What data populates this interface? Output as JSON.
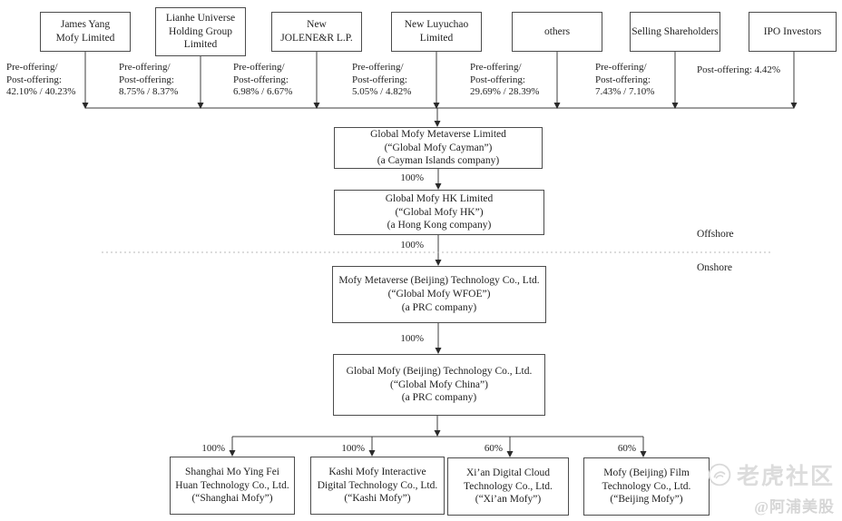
{
  "shareholders": [
    {
      "name_lines": [
        "James Yang",
        "Mofy Limited"
      ],
      "stake_lines": [
        "Pre-offering/",
        "Post-offering:",
        "42.10% / 40.23%"
      ]
    },
    {
      "name_lines": [
        "Lianhe Universe",
        "Holding Group",
        "Limited"
      ],
      "stake_lines": [
        "Pre-offering/",
        "Post-offering:",
        "8.75% / 8.37%"
      ]
    },
    {
      "name_lines": [
        "New",
        "JOLENE&R L.P."
      ],
      "stake_lines": [
        "Pre-offering/",
        "Post-offering:",
        "6.98% / 6.67%"
      ]
    },
    {
      "name_lines": [
        "New Luyuchao",
        "Limited"
      ],
      "stake_lines": [
        "Pre-offering/",
        "Post-offering:",
        "5.05% / 4.82%"
      ]
    },
    {
      "name_lines": [
        "others"
      ],
      "stake_lines": [
        "Pre-offering/",
        "Post-offering:",
        "29.69% / 28.39%"
      ]
    },
    {
      "name_lines": [
        "Selling Shareholders"
      ],
      "stake_lines": [
        "Pre-offering/",
        "Post-offering:",
        "7.43% / 7.10%"
      ]
    },
    {
      "name_lines": [
        "IPO Investors"
      ],
      "stake_lines": [
        "Post-offering: 4.42%"
      ]
    }
  ],
  "entities": {
    "cayman": {
      "lines": [
        "Global Mofy Metaverse Limited",
        "(“Global Mofy Cayman”)",
        "(a Cayman Islands company)"
      ]
    },
    "hk": {
      "lines": [
        "Global Mofy HK Limited",
        "(“Global Mofy HK”)",
        "(a Hong Kong company)"
      ]
    },
    "wfoe": {
      "lines": [
        "Mofy Metaverse (Beijing) Technology Co., Ltd.",
        "(“Global Mofy WFOE”)",
        "(a PRC company)"
      ]
    },
    "china": {
      "lines": [
        "Global Mofy (Beijing) Technology Co., Ltd.",
        "(“Global Mofy China”)",
        "(a PRC company)"
      ]
    },
    "shanghai": {
      "lines": [
        "Shanghai Mo Ying Fei",
        "Huan Technology Co., Ltd.",
        "(“Shanghai Mofy”)"
      ]
    },
    "kashi": {
      "lines": [
        "Kashi Mofy Interactive",
        "Digital Technology Co., Ltd.",
        "(“Kashi Mofy”)"
      ]
    },
    "xian": {
      "lines": [
        "Xi’an Digital Cloud",
        "Technology Co., Ltd.",
        "(“Xi’an Mofy”)"
      ]
    },
    "beijing": {
      "lines": [
        "Mofy (Beijing) Film",
        "Technology Co., Ltd.",
        "(“Beijing Mofy”)"
      ]
    }
  },
  "ownership_labels": {
    "cayman_to_hk": "100%",
    "hk_to_wfoe": "100%",
    "wfoe_to_china": "100%",
    "china_to_shanghai": "100%",
    "china_to_kashi": "100%",
    "china_to_xian": "60%",
    "china_to_beijing": "60%"
  },
  "regions": {
    "offshore": "Offshore",
    "onshore": "Onshore"
  },
  "watermark": {
    "brand": "老虎社区",
    "handle": "@阿浦美股"
  },
  "colors": {
    "line": "#3c3c3c",
    "watermark": "#d9d9d9"
  }
}
